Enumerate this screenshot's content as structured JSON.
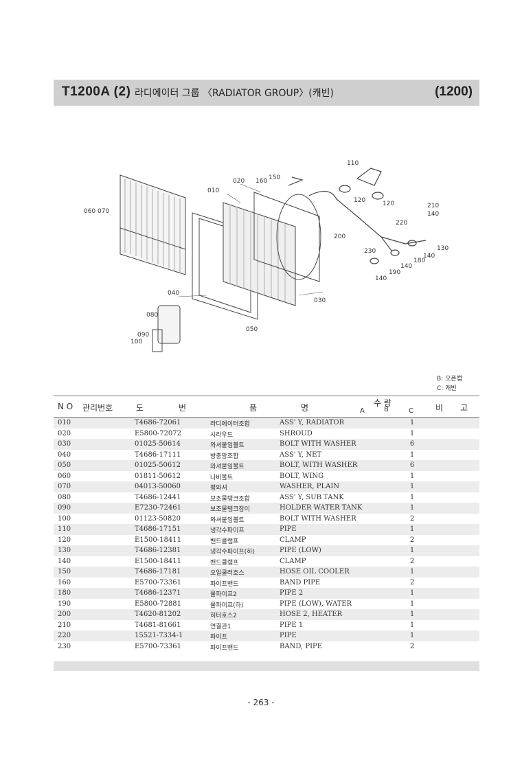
{
  "header": {
    "model": "T1200A (2)",
    "title": "라디에이터 그룹 〈RADIATOR GROUP〉(캐빈)",
    "page_code": "(1200)"
  },
  "diagram_labels": {
    "l010": "010",
    "l020": "020",
    "l030": "030",
    "l040": "040",
    "l050": "050",
    "l060070": "060 070",
    "l080": "080",
    "l090": "090",
    "l100": "100",
    "l110": "110",
    "l120a": "120",
    "l120b": "120",
    "l130": "130",
    "l140a": "140",
    "l140b": "140",
    "l140c": "140",
    "l140d": "140",
    "l150": "150",
    "l160": "160",
    "l180": "180",
    "l190": "190",
    "l200": "200",
    "l210": "210",
    "l220": "220",
    "l230": "230"
  },
  "legend": {
    "b": "B: 오픈캡",
    "c": "C: 캐빈"
  },
  "columns": {
    "no": "N O",
    "mgmt": "관리번호",
    "drawing1": "도",
    "drawing2": "번",
    "name1": "품",
    "name2": "명",
    "qty": "수 량",
    "qa": "A",
    "qb": "B",
    "qc": "C",
    "remark1": "비",
    "remark2": "고"
  },
  "rows": [
    {
      "no": "010",
      "part": "T4686-72061",
      "kor": "라디에이터조합",
      "name": "ASS' Y, RADIATOR",
      "qty": "1"
    },
    {
      "no": "020",
      "part": "E5800-72072",
      "kor": "시라우드",
      "name": "SHROUD",
      "qty": "1"
    },
    {
      "no": "030",
      "part": "01025-50614",
      "kor": "와셔붙임볼트",
      "name": "BOLT WITH WASHER",
      "qty": "6"
    },
    {
      "no": "040",
      "part": "T4686-17111",
      "kor": "방충망조합",
      "name": "ASS' Y, NET",
      "qty": "1"
    },
    {
      "no": "050",
      "part": "01025-50612",
      "kor": "와셔붙임볼트",
      "name": "BOLT, WITH WASHER",
      "qty": "6"
    },
    {
      "no": "060",
      "part": "01811-50612",
      "kor": "나비볼트",
      "name": "BOLT, WING",
      "qty": "1"
    },
    {
      "no": "070",
      "part": "04013-50060",
      "kor": "평와셔",
      "name": "WASHER, PLAIN",
      "qty": "1"
    },
    {
      "no": "080",
      "part": "T4686-12441",
      "kor": "보조물탱크조합",
      "name": "ASS' Y, SUB TANK",
      "qty": "1"
    },
    {
      "no": "090",
      "part": "E7230-72461",
      "kor": "보조물탱크잡이",
      "name": "HOLDER WATER TANK",
      "qty": "1"
    },
    {
      "no": "100",
      "part": "01123-50820",
      "kor": "와셔붙임볼트",
      "name": "BOLT WITH WASHER",
      "qty": "2"
    },
    {
      "no": "110",
      "part": "T4686-17151",
      "kor": "냉각수파이프",
      "name": "PIPE",
      "qty": "1"
    },
    {
      "no": "120",
      "part": "E1500-18411",
      "kor": "밴드클램프",
      "name": "CLAMP",
      "qty": "2"
    },
    {
      "no": "130",
      "part": "T4686-12381",
      "kor": "냉각수파이프(하)",
      "name": "PIPE (LOW)",
      "qty": "1"
    },
    {
      "no": "140",
      "part": "E1500-18411",
      "kor": "밴드클램프",
      "name": "CLAMP",
      "qty": "2"
    },
    {
      "no": "150",
      "part": "T4686-17181",
      "kor": "오일쿨러호스",
      "name": "HOSE OIL COOLER",
      "qty": "1"
    },
    {
      "no": "160",
      "part": "E5700-73361",
      "kor": "파이프밴드",
      "name": "BAND PIPE",
      "qty": "2"
    },
    {
      "no": "180",
      "part": "T4686-12371",
      "kor": "물파이프2",
      "name": "PIPE 2",
      "qty": "1"
    },
    {
      "no": "190",
      "part": "E5800-72881",
      "kor": "물파이프(하)",
      "name": "PIPE (LOW), WATER",
      "qty": "1"
    },
    {
      "no": "200",
      "part": "T4620-81202",
      "kor": "히터호스2",
      "name": "HOSE 2, HEATER",
      "qty": "1"
    },
    {
      "no": "210",
      "part": "T4681-81661",
      "kor": "연결관1",
      "name": "PIPE 1",
      "qty": "1"
    },
    {
      "no": "220",
      "part": "15521-7334-1",
      "kor": "파이프",
      "name": "PIPE",
      "qty": "1"
    },
    {
      "no": "230",
      "part": "E5700-73361",
      "kor": "파이프밴드",
      "name": "BAND, PIPE",
      "qty": "2"
    }
  ],
  "page_number": "- 263 -"
}
